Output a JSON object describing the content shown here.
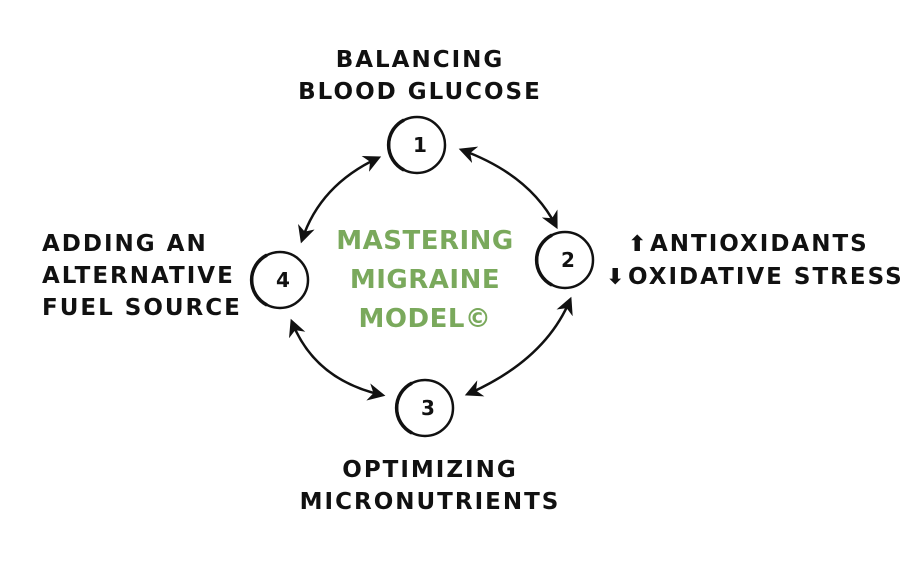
{
  "center": {
    "lines": [
      "MASTERING",
      "MIGRAINE",
      "MODEL©"
    ],
    "color": "#7aa95c"
  },
  "steps": [
    {
      "number": "1",
      "label_lines": [
        "BALANCING",
        "BLOOD GLUCOSE"
      ]
    },
    {
      "number": "2",
      "label_lines": [
        "ANTIOXIDANTS",
        "OXIDATIVE STRESS"
      ],
      "line_icons": [
        "arrow-up-icon",
        "arrow-down-icon"
      ]
    },
    {
      "number": "3",
      "label_lines": [
        "OPTIMIZING",
        "MICRONUTRIENTS"
      ]
    },
    {
      "number": "4",
      "label_lines": [
        "ADDING AN",
        "ALTERNATIVE",
        "FUEL SOURCE"
      ]
    }
  ],
  "colors": {
    "ink": "#111111",
    "accent": "#7aa95c"
  }
}
